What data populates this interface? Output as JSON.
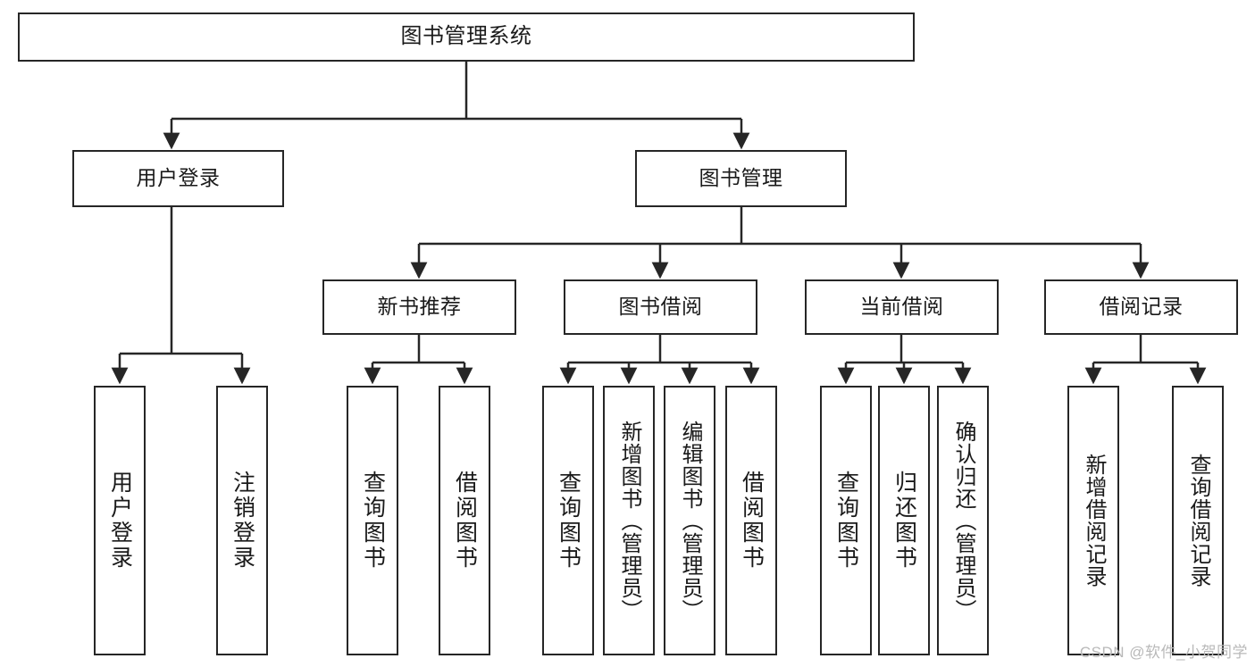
{
  "diagram": {
    "title": "图书管理系统",
    "watermark": "CSDN @软件_小贺同学",
    "colors": {
      "border": "#262626",
      "background": "#ffffff",
      "text": "#1a1a1a",
      "edge": "#262626",
      "watermark": "#b9b9b9"
    },
    "levels": {
      "root": {
        "label": "图书管理系统"
      },
      "level2": [
        {
          "id": "user-login",
          "label": "用户登录"
        },
        {
          "id": "book-manage",
          "label": "图书管理"
        }
      ],
      "level3": [
        {
          "id": "new-book-recommend",
          "label": "新书推荐"
        },
        {
          "id": "book-borrow",
          "label": "图书借阅"
        },
        {
          "id": "current-borrow",
          "label": "当前借阅"
        },
        {
          "id": "borrow-record",
          "label": "借阅记录"
        }
      ],
      "leaves": {
        "user_login": [
          {
            "id": "leaf-user-login",
            "label": "用户登录"
          },
          {
            "id": "leaf-logout",
            "label": "注销登录"
          }
        ],
        "new_book_recommend": [
          {
            "id": "leaf-query-book-1",
            "label": "查询图书"
          },
          {
            "id": "leaf-borrow-book-1",
            "label": "借阅图书"
          }
        ],
        "book_borrow": [
          {
            "id": "leaf-query-book-2",
            "label": "查询图书"
          },
          {
            "id": "leaf-add-book",
            "label": "新增图书（管理员）"
          },
          {
            "id": "leaf-edit-book",
            "label": "编辑图书（管理员）"
          },
          {
            "id": "leaf-borrow-book-2",
            "label": "借阅图书"
          }
        ],
        "current_borrow": [
          {
            "id": "leaf-query-book-3",
            "label": "查询图书"
          },
          {
            "id": "leaf-return-book",
            "label": "归还图书"
          },
          {
            "id": "leaf-confirm-return",
            "label": "确认归还（管理员）"
          }
        ],
        "borrow_record": [
          {
            "id": "leaf-add-record",
            "label": "新增借阅记录"
          },
          {
            "id": "leaf-query-record",
            "label": "查询借阅记录"
          }
        ]
      }
    }
  }
}
